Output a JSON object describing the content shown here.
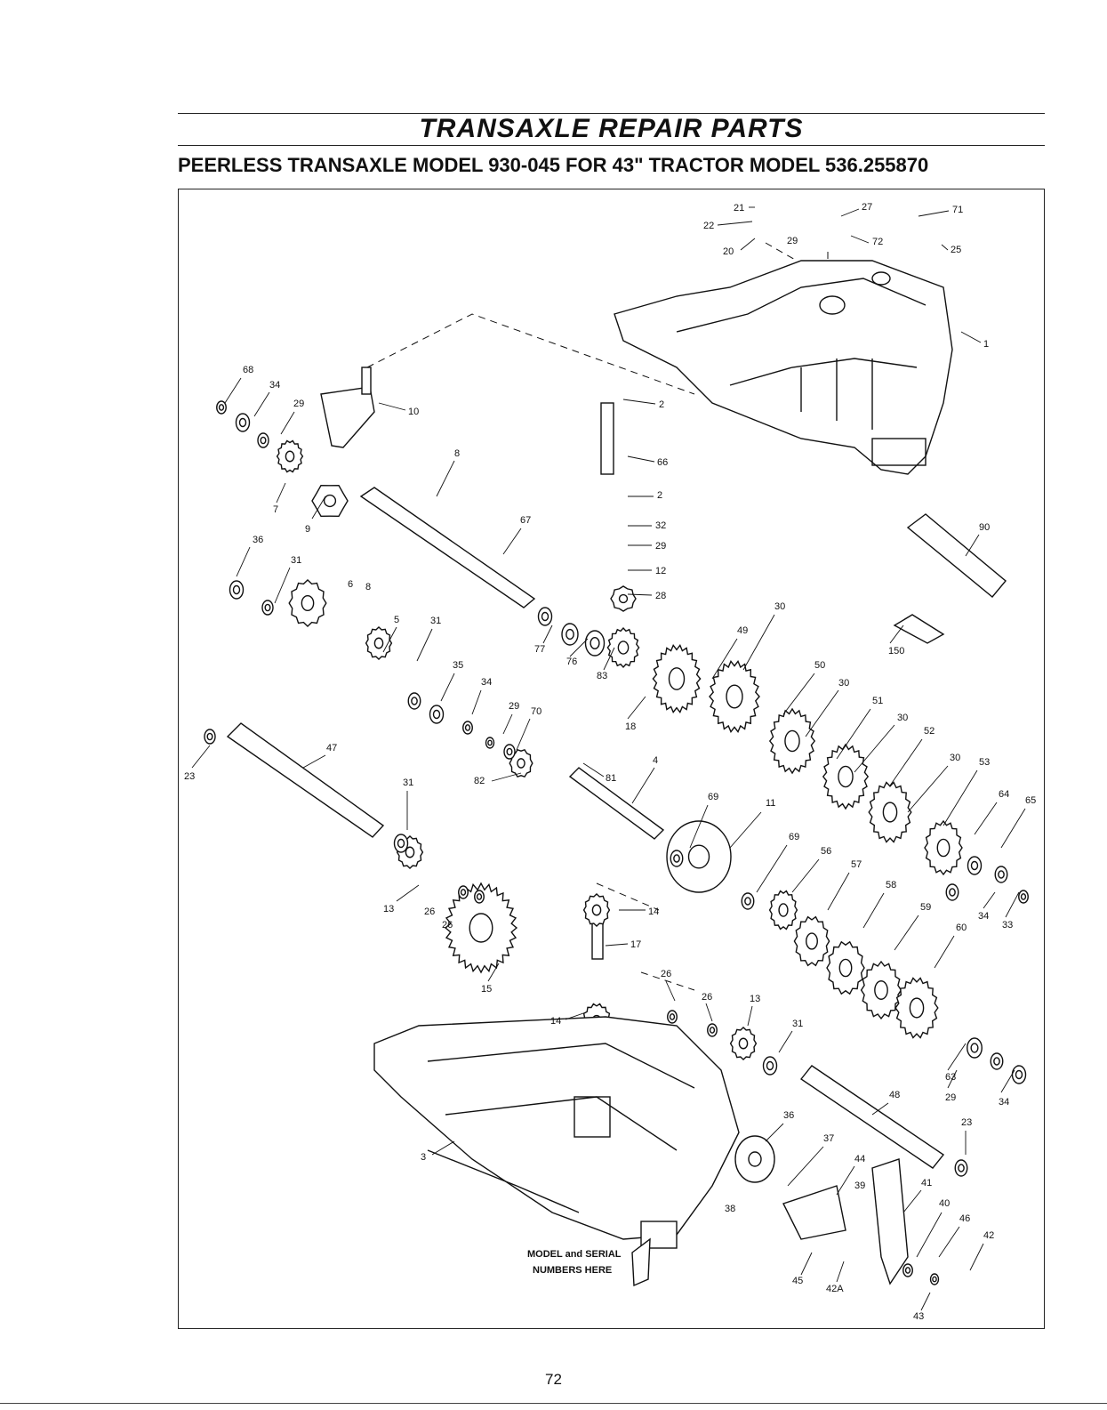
{
  "header": {
    "title": "TRANSAXLE REPAIR PARTS",
    "subtitle": "PEERLESS TRANSAXLE MODEL 930-045 FOR 43\" TRACTOR MODEL 536.255870"
  },
  "diagram": {
    "note_line1": "MODEL and SERIAL",
    "note_line2": "NUMBERS HERE",
    "callouts": [
      "1",
      "2",
      "3",
      "4",
      "5",
      "6",
      "7",
      "8",
      "9",
      "10",
      "11",
      "12",
      "13",
      "14",
      "15",
      "17",
      "18",
      "20",
      "21",
      "22",
      "23",
      "25",
      "26",
      "27",
      "28",
      "29",
      "30",
      "31",
      "32",
      "33",
      "34",
      "35",
      "36",
      "37",
      "38",
      "39",
      "40",
      "41",
      "42",
      "42A",
      "43",
      "44",
      "45",
      "46",
      "47",
      "48",
      "49",
      "50",
      "51",
      "52",
      "53",
      "56",
      "57",
      "58",
      "59",
      "60",
      "63",
      "64",
      "65",
      "66",
      "67",
      "68",
      "69",
      "70",
      "71",
      "72",
      "76",
      "77",
      "81",
      "82",
      "83",
      "90",
      "150"
    ]
  },
  "footer": {
    "page_number": "72"
  }
}
